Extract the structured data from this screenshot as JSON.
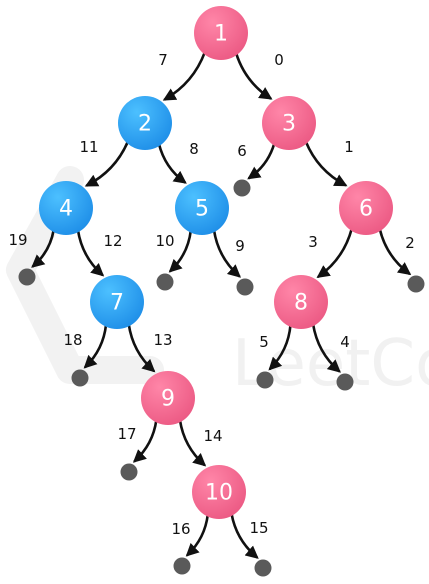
{
  "colors": {
    "blue": "#1f9ff0",
    "pink": "#f0648c",
    "leaf": "#5a5a5a"
  },
  "watermark": {
    "text": "LeetCode",
    "icon": "leetcode-logo-icon"
  },
  "nodes": [
    {
      "id": "1",
      "label": "1",
      "color": "pink"
    },
    {
      "id": "2",
      "label": "2",
      "color": "blue"
    },
    {
      "id": "3",
      "label": "3",
      "color": "pink"
    },
    {
      "id": "4",
      "label": "4",
      "color": "blue"
    },
    {
      "id": "5",
      "label": "5",
      "color": "blue"
    },
    {
      "id": "6",
      "label": "6",
      "color": "pink"
    },
    {
      "id": "7",
      "label": "7",
      "color": "blue"
    },
    {
      "id": "8",
      "label": "8",
      "color": "pink"
    },
    {
      "id": "9",
      "label": "9",
      "color": "pink"
    },
    {
      "id": "10",
      "label": "10",
      "color": "pink"
    }
  ],
  "leaves": [
    "L19",
    "L10",
    "L9",
    "L6",
    "L2",
    "L18",
    "L5",
    "L4",
    "L17",
    "L16",
    "L15"
  ],
  "edges": [
    {
      "from": "1",
      "to": "2",
      "label": "7"
    },
    {
      "from": "1",
      "to": "3",
      "label": "0"
    },
    {
      "from": "2",
      "to": "4",
      "label": "11"
    },
    {
      "from": "2",
      "to": "5",
      "label": "8"
    },
    {
      "from": "3",
      "to": "L6",
      "label": "6"
    },
    {
      "from": "3",
      "to": "6",
      "label": "1"
    },
    {
      "from": "4",
      "to": "L19",
      "label": "19"
    },
    {
      "from": "4",
      "to": "7",
      "label": "12"
    },
    {
      "from": "5",
      "to": "L10",
      "label": "10"
    },
    {
      "from": "5",
      "to": "L9",
      "label": "9"
    },
    {
      "from": "6",
      "to": "8",
      "label": "3"
    },
    {
      "from": "6",
      "to": "L2",
      "label": "2"
    },
    {
      "from": "7",
      "to": "L18",
      "label": "18"
    },
    {
      "from": "7",
      "to": "9",
      "label": "13"
    },
    {
      "from": "8",
      "to": "L5",
      "label": "5"
    },
    {
      "from": "8",
      "to": "L4",
      "label": "4"
    },
    {
      "from": "9",
      "to": "L17",
      "label": "17"
    },
    {
      "from": "9",
      "to": "10",
      "label": "14"
    },
    {
      "from": "10",
      "to": "L16",
      "label": "16"
    },
    {
      "from": "10",
      "to": "L15",
      "label": "15"
    }
  ]
}
